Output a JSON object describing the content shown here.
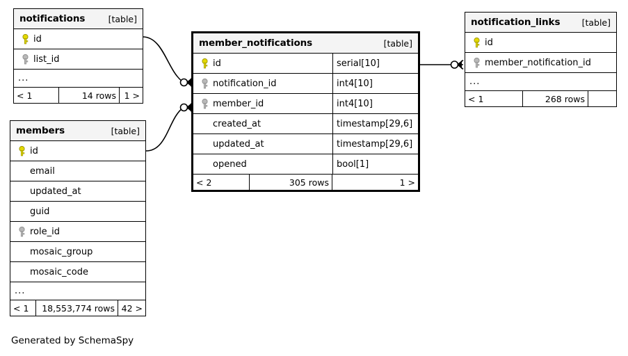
{
  "diagram": {
    "caption": "Generated by SchemaSpy",
    "table_tag": "[table]",
    "ellipsis": "...",
    "colors": {
      "primary_key": "#e3d900",
      "foreign_key": "#b3b3b3",
      "header_bg": "#f4f4f4",
      "border": "#000000",
      "background": "#ffffff"
    }
  },
  "tables": {
    "notifications": {
      "name": "notifications",
      "tag": "[table]",
      "focal": false,
      "columns": [
        {
          "name": "id",
          "key": "primary",
          "type": ""
        },
        {
          "name": "list_id",
          "key": "foreign",
          "type": ""
        }
      ],
      "has_ellipsis": true,
      "footer": {
        "left": "< 1",
        "middle": "14 rows",
        "right": "1 >"
      }
    },
    "members": {
      "name": "members",
      "tag": "[table]",
      "focal": false,
      "columns": [
        {
          "name": "id",
          "key": "primary",
          "type": ""
        },
        {
          "name": "email",
          "key": "none",
          "type": ""
        },
        {
          "name": "updated_at",
          "key": "none",
          "type": ""
        },
        {
          "name": "guid",
          "key": "none",
          "type": ""
        },
        {
          "name": "role_id",
          "key": "foreign",
          "type": ""
        },
        {
          "name": "mosaic_group",
          "key": "none",
          "type": ""
        },
        {
          "name": "mosaic_code",
          "key": "none",
          "type": ""
        }
      ],
      "has_ellipsis": true,
      "footer": {
        "left": "< 1",
        "middle": "18,553,774 rows",
        "right": "42 >"
      }
    },
    "member_notifications": {
      "name": "member_notifications",
      "tag": "[table]",
      "focal": true,
      "columns": [
        {
          "name": "id",
          "key": "primary",
          "type": "serial[10]"
        },
        {
          "name": "notification_id",
          "key": "foreign",
          "type": "int4[10]"
        },
        {
          "name": "member_id",
          "key": "foreign",
          "type": "int4[10]"
        },
        {
          "name": "created_at",
          "key": "none",
          "type": "timestamp[29,6]"
        },
        {
          "name": "updated_at",
          "key": "none",
          "type": "timestamp[29,6]"
        },
        {
          "name": "opened",
          "key": "none",
          "type": "bool[1]"
        }
      ],
      "has_ellipsis": false,
      "footer": {
        "left": "< 2",
        "middle": "305 rows",
        "right": "1 >"
      }
    },
    "notification_links": {
      "name": "notification_links",
      "tag": "[table]",
      "focal": false,
      "columns": [
        {
          "name": "id",
          "key": "primary",
          "type": ""
        },
        {
          "name": "member_notification_id",
          "key": "foreign",
          "type": ""
        }
      ],
      "has_ellipsis": true,
      "footer": {
        "left": "< 1",
        "middle": "268 rows",
        "right": ""
      }
    }
  },
  "relationships": [
    {
      "from": "notifications.id",
      "to": "member_notifications.notification_id",
      "cardinality": "zero-or-many"
    },
    {
      "from": "members.id",
      "to": "member_notifications.member_id",
      "cardinality": "zero-or-many"
    },
    {
      "from": "member_notifications.id",
      "to": "notification_links.member_notification_id",
      "cardinality": "zero-or-many"
    }
  ]
}
